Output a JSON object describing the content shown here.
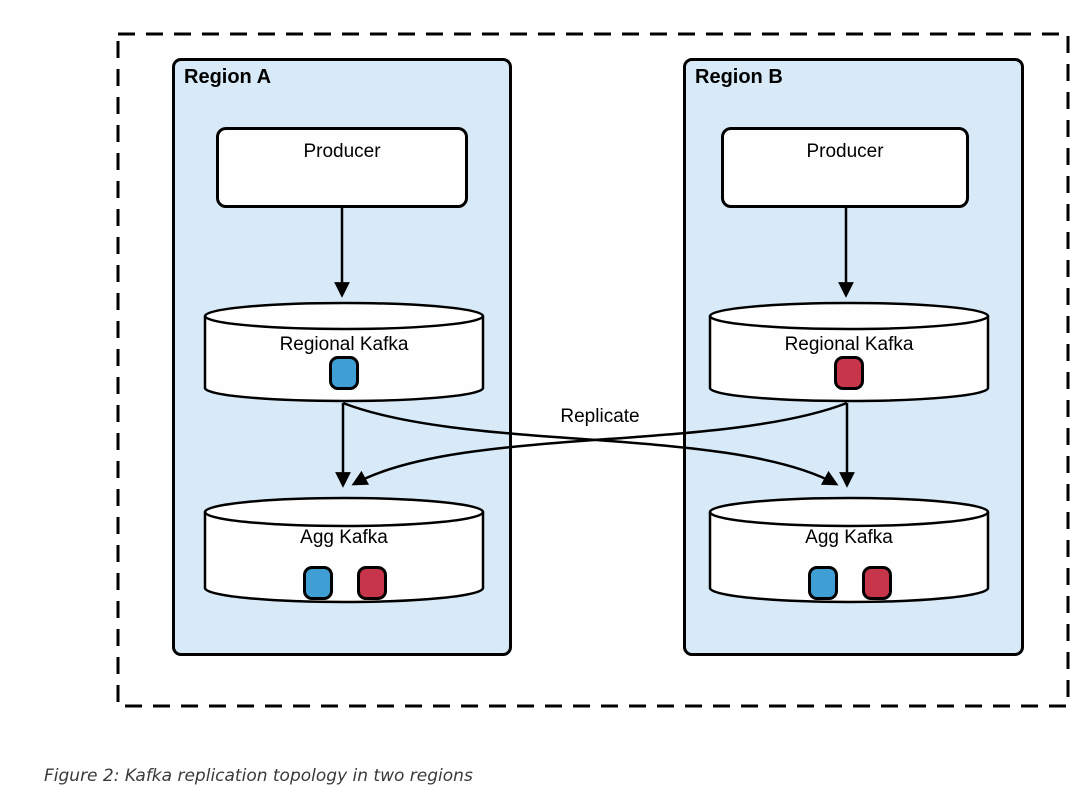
{
  "figure": {
    "caption": "Figure 2: Kafka replication topology in two regions",
    "replicate_label": "Replicate",
    "regions": [
      {
        "name": "Region A",
        "producer_label": "Producer",
        "regional_kafka_label": "Regional Kafka",
        "agg_kafka_label": "Agg Kafka",
        "regional_tokens": [
          "blue"
        ],
        "agg_tokens": [
          "blue",
          "red"
        ]
      },
      {
        "name": "Region B",
        "producer_label": "Producer",
        "regional_kafka_label": "Regional Kafka",
        "agg_kafka_label": "Agg Kafka",
        "regional_tokens": [
          "red"
        ],
        "agg_tokens": [
          "blue",
          "red"
        ]
      }
    ],
    "colors": {
      "region_fill": "#d8eaf8",
      "token_blue": "#3f9fd4",
      "token_red": "#c63549",
      "stroke": "#000000",
      "caption_color": "#3a3a3a"
    }
  }
}
